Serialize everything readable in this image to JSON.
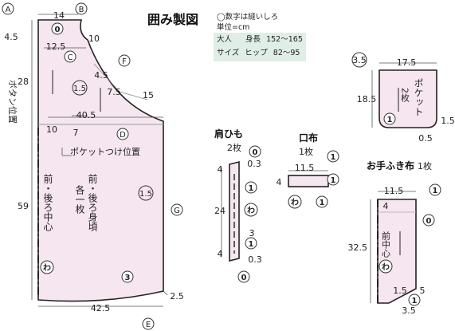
{
  "diagram": {
    "title": "囲み製図",
    "notes": [
      "◯数字は縫いしろ",
      "単位=cm"
    ],
    "size_table": [
      [
        "大人",
        "身長",
        "152〜165"
      ],
      [
        "サイズ",
        "ヒップ",
        "82〜95"
      ]
    ],
    "body_piece": {
      "point_labels": [
        "A",
        "B",
        "C",
        "D",
        "E",
        "F",
        "G"
      ],
      "dims": {
        "top": "14",
        "top_left": "4.5",
        "neck_a": "12.5",
        "neck_b": "10",
        "curve_a": "4.5",
        "curve_b": "7.5",
        "curve_c": "15",
        "armhole": "28",
        "width_mid": "40.5",
        "mid_small": "7",
        "mid_left": "10",
        "length": "59",
        "bottom": "42.5",
        "bottom_right": "2.5"
      },
      "seam_allowances": [
        "0",
        "1.5",
        "1.5",
        "3"
      ],
      "labels": {
        "button_pos": "ボタン位置",
        "pocket_pos": "ポケットつけ位置",
        "center": "前・後ろ中心",
        "piece_name": "前・後ろ身頃",
        "count": "各一枚",
        "fold": "わ"
      }
    },
    "pocket": {
      "name": "ポケット",
      "count": "2枚",
      "dims": {
        "width": "17.5",
        "height": "18.5",
        "corner": "1.5",
        "bottom": "0.5"
      },
      "seam_allowances": [
        "3.5",
        "1"
      ]
    },
    "strap": {
      "name": "肩ひも",
      "count": "2枚",
      "dims": {
        "top": "0.3",
        "top_len": "4",
        "length": "24",
        "bottom_len": "4",
        "bottom": "0.3",
        "width": "3"
      },
      "seam_allowances": [
        "0",
        "1",
        "1",
        "0"
      ],
      "fold": "わ"
    },
    "mouth": {
      "name": "口布",
      "count": "1枚",
      "dims": {
        "width": "11.5",
        "height": "4"
      },
      "seam_allowances": [
        "1",
        "1",
        "1"
      ],
      "fold": "わ"
    },
    "towel": {
      "name": "お手ふき布",
      "count": "1枚",
      "dims": {
        "width": "11.5",
        "top": "4",
        "length": "32.5",
        "bottom_a": "1.5",
        "bottom_b": "5",
        "bottom_c": "3.5"
      },
      "seam_allowances": [
        "1",
        "0",
        "1"
      ],
      "center": "前中心",
      "fold": "わ"
    },
    "colors": {
      "fill": "#f6e6ef",
      "line": "#222222"
    }
  }
}
